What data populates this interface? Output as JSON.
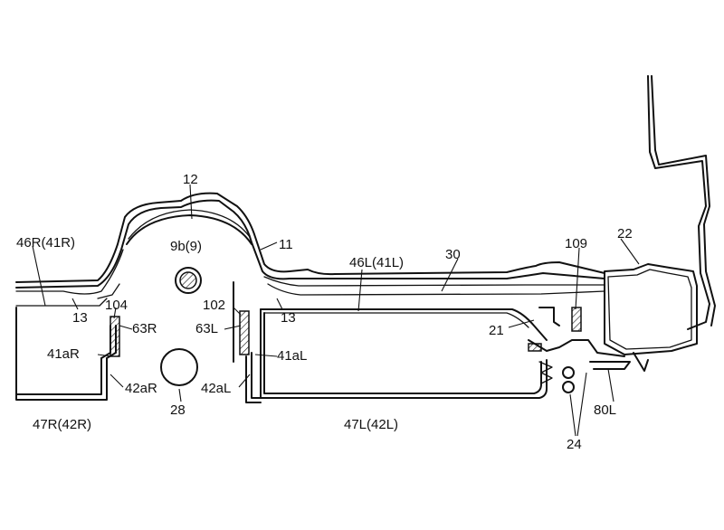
{
  "labels": {
    "l12": "12",
    "l9b": "9b(9)",
    "l11": "11",
    "l46R": "46R(41R)",
    "l46L": "46L(41L)",
    "l30": "30",
    "l109": "109",
    "l22": "22",
    "l104": "104",
    "l102": "102",
    "l13a": "13",
    "l13b": "13",
    "l63R": "63R",
    "l63L": "63L",
    "l21": "21",
    "l41aR": "41aR",
    "l41aL": "41aL",
    "l42aR": "42aR",
    "l42aL": "42aL",
    "l28": "28",
    "l80L": "80L",
    "l47R": "47R(42R)",
    "l47L": "47L(42L)",
    "l24": "24"
  }
}
